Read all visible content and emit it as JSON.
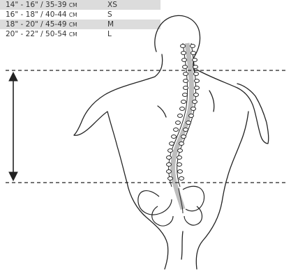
{
  "colors": {
    "row_shade": "#dcdcdc",
    "line": "#222222",
    "spine_shade": "#bdbdbd"
  },
  "size_chart": [
    {
      "range": "14\" - 16\" / 35-39",
      "unit": "CM",
      "size": "XS",
      "shaded": true
    },
    {
      "range": "16\" - 18\" / 40-44",
      "unit": "CM",
      "size": "S",
      "shaded": false
    },
    {
      "range": "18\" - 20\" / 45-49",
      "unit": "CM",
      "size": "M",
      "shaded": true
    },
    {
      "range": "20\" - 22\" / 50-54",
      "unit": "CM",
      "size": "L",
      "shaded": false
    }
  ],
  "illustration": {
    "icon": "human-back-spine-illustration",
    "measure_icon": "double-arrow-measurement-icon"
  }
}
